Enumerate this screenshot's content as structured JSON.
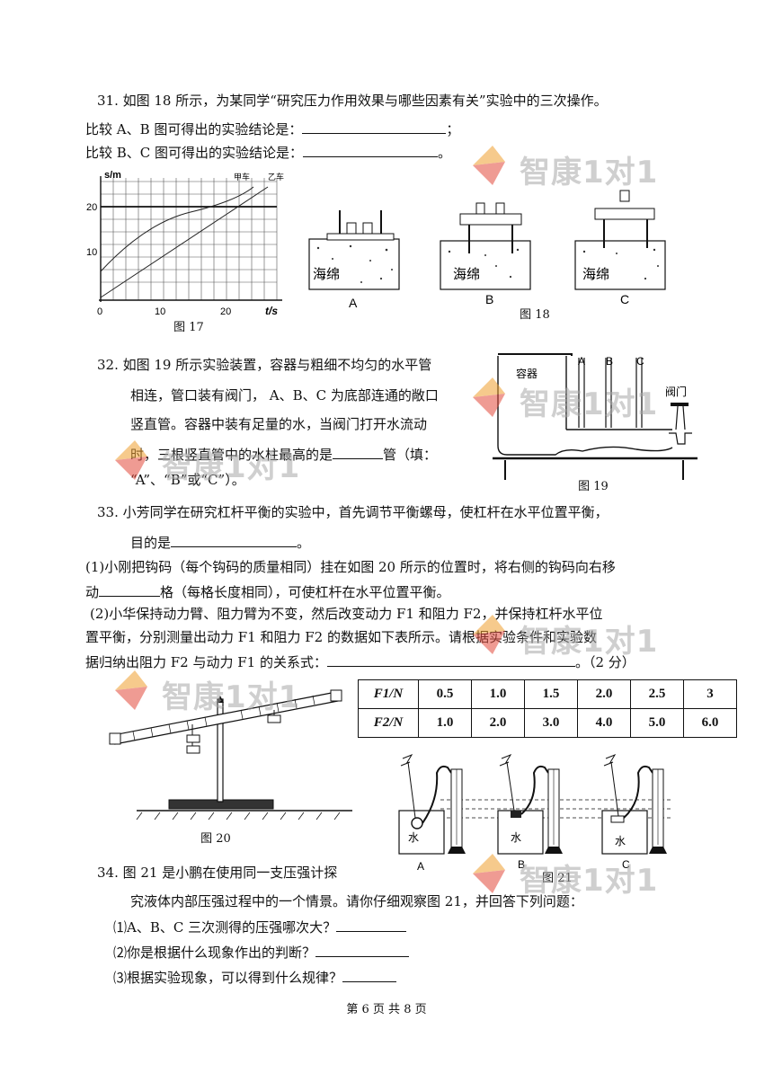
{
  "q31": {
    "line1": "31.  如图 18 所示，为某同学“研究压力作用效果与哪些因素有关”实验中的三次操作。",
    "line2": "比较 A、B 图可得出的实验结论是：",
    "line2_end": "；",
    "line3": "比较 B、C 图可得出的实验结论是：",
    "line3_end": "。"
  },
  "fig17": {
    "caption": "图 17",
    "y_unit": "s/m",
    "x_unit": "t/s",
    "series_a_label": "甲车",
    "series_b_label": "乙车",
    "y_ticks": [
      "20",
      "10"
    ],
    "x_ticks": [
      "0",
      "10",
      "20"
    ]
  },
  "fig18": {
    "caption": "图 18",
    "sponge_label": "海绵",
    "labels": [
      "A",
      "B",
      "C"
    ]
  },
  "q32": {
    "line1": "32.  如图 19 所示实验装置，容器与粗细不均匀的水平管",
    "line2": "相连，管口装有阀门，  A、B、C 为底部连通的敞口",
    "line3": "竖直管。容器中装有足量的水，当阀门打开水流动",
    "line4_a": "时，三根竖直管中的水柱最高的是",
    "line4_b": "管（填：",
    "line5": "“A”、“B”或“C”）。"
  },
  "fig19": {
    "caption": "图 19",
    "container_label": "容器",
    "valve_label": "阀门",
    "tube_labels": [
      "A",
      "B",
      "C"
    ]
  },
  "q33": {
    "line1": "33.  小芳同学在研究杠杆平衡的实验中，首先调节平衡螺母，使杠杆在水平位置平衡，",
    "line2_a": "目的是",
    "line2_b": "。",
    "p1_line1": "(1)小刚把钩码（每个钩码的质量相同）挂在如图 20 所示的位置时，将右侧的钩码向右移",
    "p1_line2_a": "动",
    "p1_line2_b": "格（每格长度相同），可使杠杆在水平位置平衡。",
    "p2_line1": "(2)小华保持动力臂、阻力臂为不变，然后改变动力 F1 和阻力 F2，并保持杠杆水平位",
    "p2_line2": "置平衡，分别测量出动力 F1 和阻力 F2 的数据如下表所示。请根据实验条件和实验数",
    "p2_line3_a": "据归纳出阻力 F2 与动力 F1 的关系式：",
    "p2_line3_b": "。（2 分）"
  },
  "table": {
    "row1_header": "F1/N",
    "row1": [
      "0.5",
      "1.0",
      "1.5",
      "2.0",
      "2.5",
      "3"
    ],
    "row2_header": "F2/N",
    "row2": [
      "1.0",
      "2.0",
      "3.0",
      "4.0",
      "5.0",
      "6.0"
    ]
  },
  "fig20": {
    "caption": "图 20"
  },
  "fig21": {
    "caption": "图 21",
    "water_label": "水",
    "labels": [
      "A",
      "B",
      "C"
    ]
  },
  "q34": {
    "line1": "34.  图 21 是小鹏在使用同一支压强计探",
    "line2": "究液体内部压强过程中的一个情景。请你仔细观察图 21，并回答下列问题：",
    "s1": "⑴A、B、C 三次测得的压强哪次大？",
    "s2": "⑵你是根据什么现象作出的判断？",
    "s3": "⑶根据实验现象，可以得到什么规律？"
  },
  "footer": "第  6  页  共  8  页",
  "watermark": "智康1对1",
  "colors": {
    "wm_orange": "#f0a030",
    "wm_red": "#e24a3c",
    "wm_gray": "#a8a8a8"
  }
}
